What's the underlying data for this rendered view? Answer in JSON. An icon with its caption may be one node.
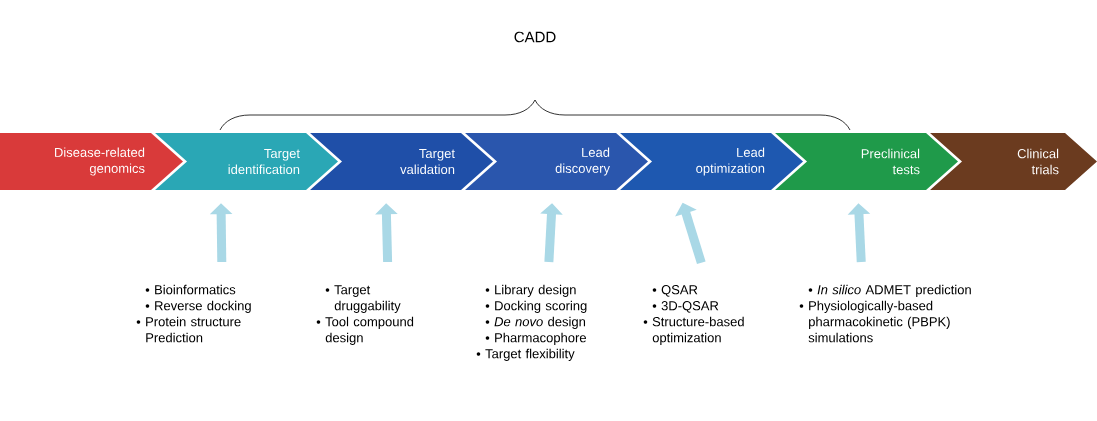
{
  "diagram": {
    "nodes": [
      {
        "text": [
          "Disease-related genomics"
        ]
      },
      {
        "text": [
          "Target identification"
        ]
      },
      {
        "text": [
          "Target validation"
        ]
      },
      {
        "text": [
          "Lead discovery"
        ]
      },
      {
        "text": [
          "Lead optimization"
        ]
      },
      {
        "text": [
          "Preclinical tests"
        ]
      },
      {
        "text": [
          "Clinical trials"
        ]
      },
      {
        "text": [
          "• Bioinformatics",
          "• Reverse docking",
          "• Protein structure Prediction"
        ]
      },
      {
        "text": [
          "• Target druggability",
          "• Tool compound design"
        ]
      },
      {
        "text": [
          "• Library design",
          "• Docking scoring",
          "• *De novo* design",
          "• Pharmacophore",
          "• Target flexibility"
        ]
      },
      {
        "text": [
          "• QSAR",
          "• 3D-QSAR",
          "• Structure-based optimization"
        ]
      },
      {
        "text": [
          "• *In silico* ADMET prediction",
          "• Physiologically-based pharmacokinetic (PBPK) simulations"
        ]
      }
    ],
    "edges": [
      {
        "from": 7,
        "to": 1,
        "arrow": "to"
      },
      {
        "from": 8,
        "to": 2,
        "arrow": "to"
      },
      {
        "from": 9,
        "to": 3,
        "arrow": "to"
      },
      {
        "from": 10,
        "to": 4,
        "arrow": "to"
      },
      {
        "from": 11,
        "to": 5,
        "arrow": "to"
      }
    ],
    "labels": [
      "CADD"
    ]
  }
}
